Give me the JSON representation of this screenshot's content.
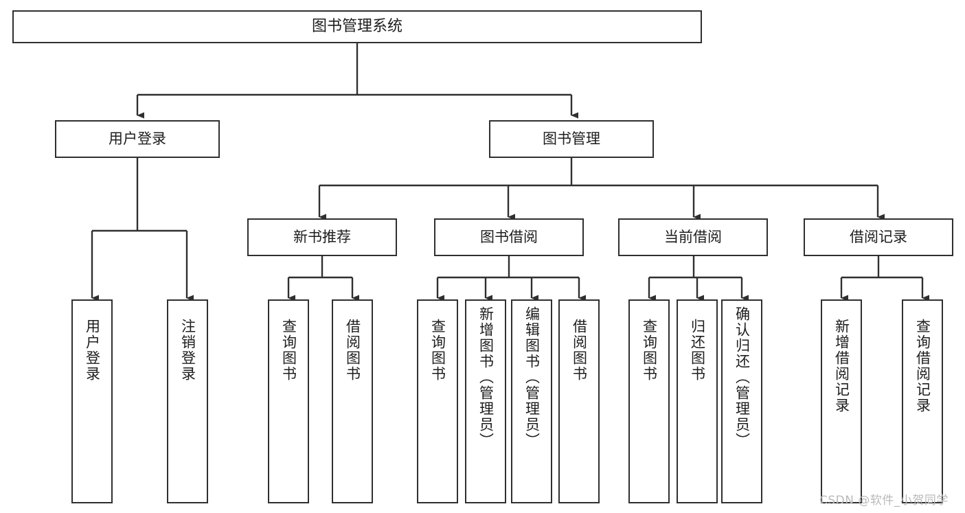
{
  "diagram": {
    "title": "图书管理系统",
    "type": "tree",
    "orientation": "top-down",
    "colors": {
      "background": "#ffffff",
      "node_fill": "#ffffff",
      "node_stroke": "#2f2f2f",
      "edge": "#2f2f2f",
      "text": "#1d1d1d",
      "watermark": "#b9b9b9"
    },
    "nodes": {
      "root": {
        "label": "图书管理系统",
        "level": 0
      },
      "level1": [
        {
          "id": "user-login",
          "label": "用户登录"
        },
        {
          "id": "book-manage",
          "label": "图书管理"
        }
      ],
      "level2": [
        {
          "id": "new-book-recommend",
          "label": "新书推荐"
        },
        {
          "id": "book-borrow",
          "label": "图书借阅"
        },
        {
          "id": "current-borrow",
          "label": "当前借阅"
        },
        {
          "id": "borrow-record",
          "label": "借阅记录"
        }
      ],
      "leaves": {
        "user-login": [
          {
            "id": "leaf-user-login",
            "label": "用户登录"
          },
          {
            "id": "leaf-logout",
            "label": "注销登录"
          }
        ],
        "new-book-recommend": [
          {
            "id": "leaf-query-book-1",
            "label": "查询图书"
          },
          {
            "id": "leaf-borrow-book-1",
            "label": "借阅图书"
          }
        ],
        "book-borrow": [
          {
            "id": "leaf-query-book-2",
            "label": "查询图书"
          },
          {
            "id": "leaf-add-book",
            "label": "新增图书（管理员）"
          },
          {
            "id": "leaf-edit-book",
            "label": "编辑图书（管理员）"
          },
          {
            "id": "leaf-borrow-book-2",
            "label": "借阅图书"
          }
        ],
        "current-borrow": [
          {
            "id": "leaf-query-book-3",
            "label": "查询图书"
          },
          {
            "id": "leaf-return-book",
            "label": "归还图书"
          },
          {
            "id": "leaf-confirm-return",
            "label": "确认归还（管理员）"
          }
        ],
        "borrow-record": [
          {
            "id": "leaf-add-record",
            "label": "新增借阅记录"
          },
          {
            "id": "leaf-query-record",
            "label": "查询借阅记录"
          }
        ]
      }
    },
    "watermark": "CSDN @软件_小贺同学"
  }
}
